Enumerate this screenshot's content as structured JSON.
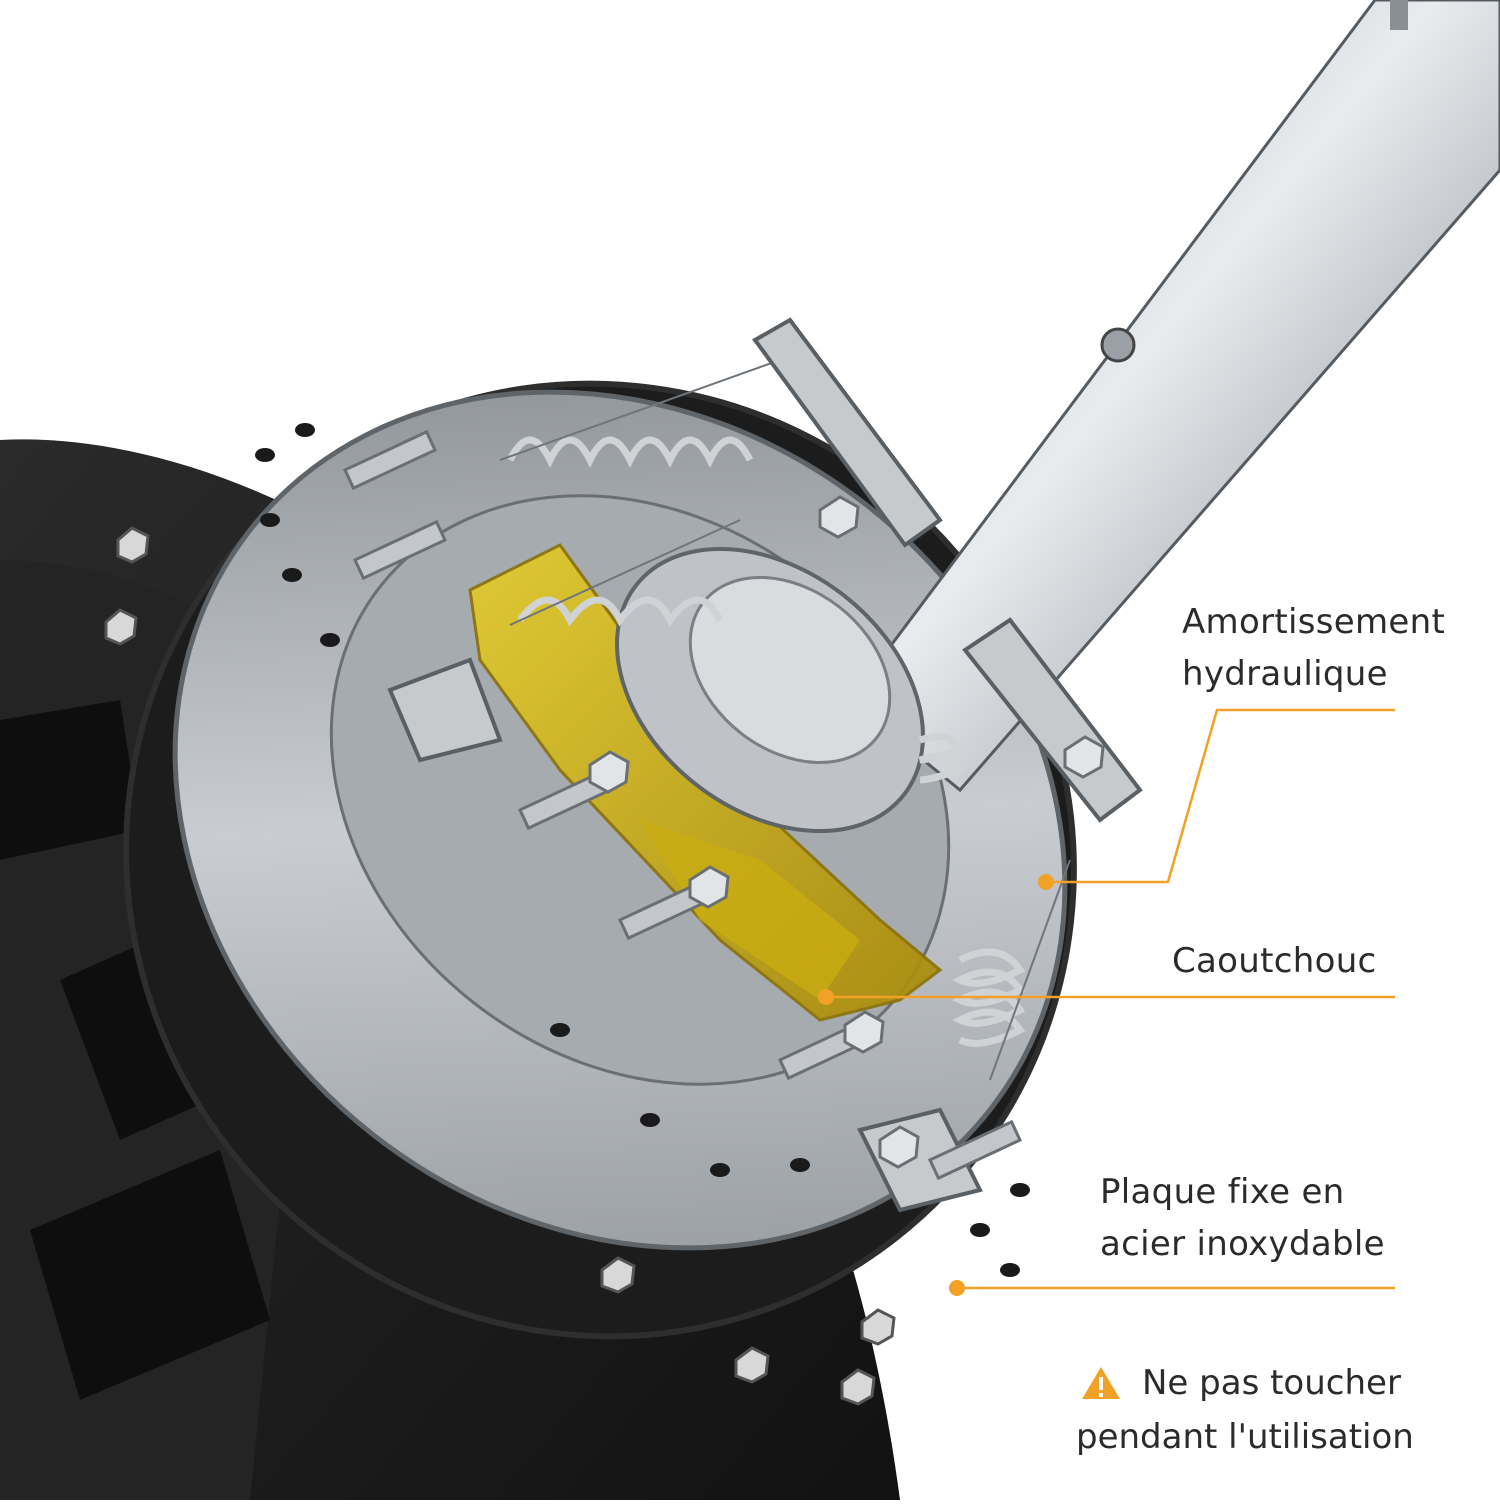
{
  "colors": {
    "accent": "#f0a126",
    "label_text": "#2b2b2b",
    "rubber": "#d9b90c",
    "steel": "#b8bcc0",
    "tire": "#1f1f1f"
  },
  "callouts": [
    {
      "lines": [
        "Amortissement",
        "hydraulique"
      ]
    },
    {
      "lines": [
        "Caoutchouc"
      ]
    },
    {
      "lines": [
        "Plaque fixe en",
        "acier inoxydable"
      ]
    }
  ],
  "warning": {
    "icon": "warning-triangle-icon",
    "lines": [
      "Ne pas toucher",
      "pendant l'utilisation"
    ]
  }
}
